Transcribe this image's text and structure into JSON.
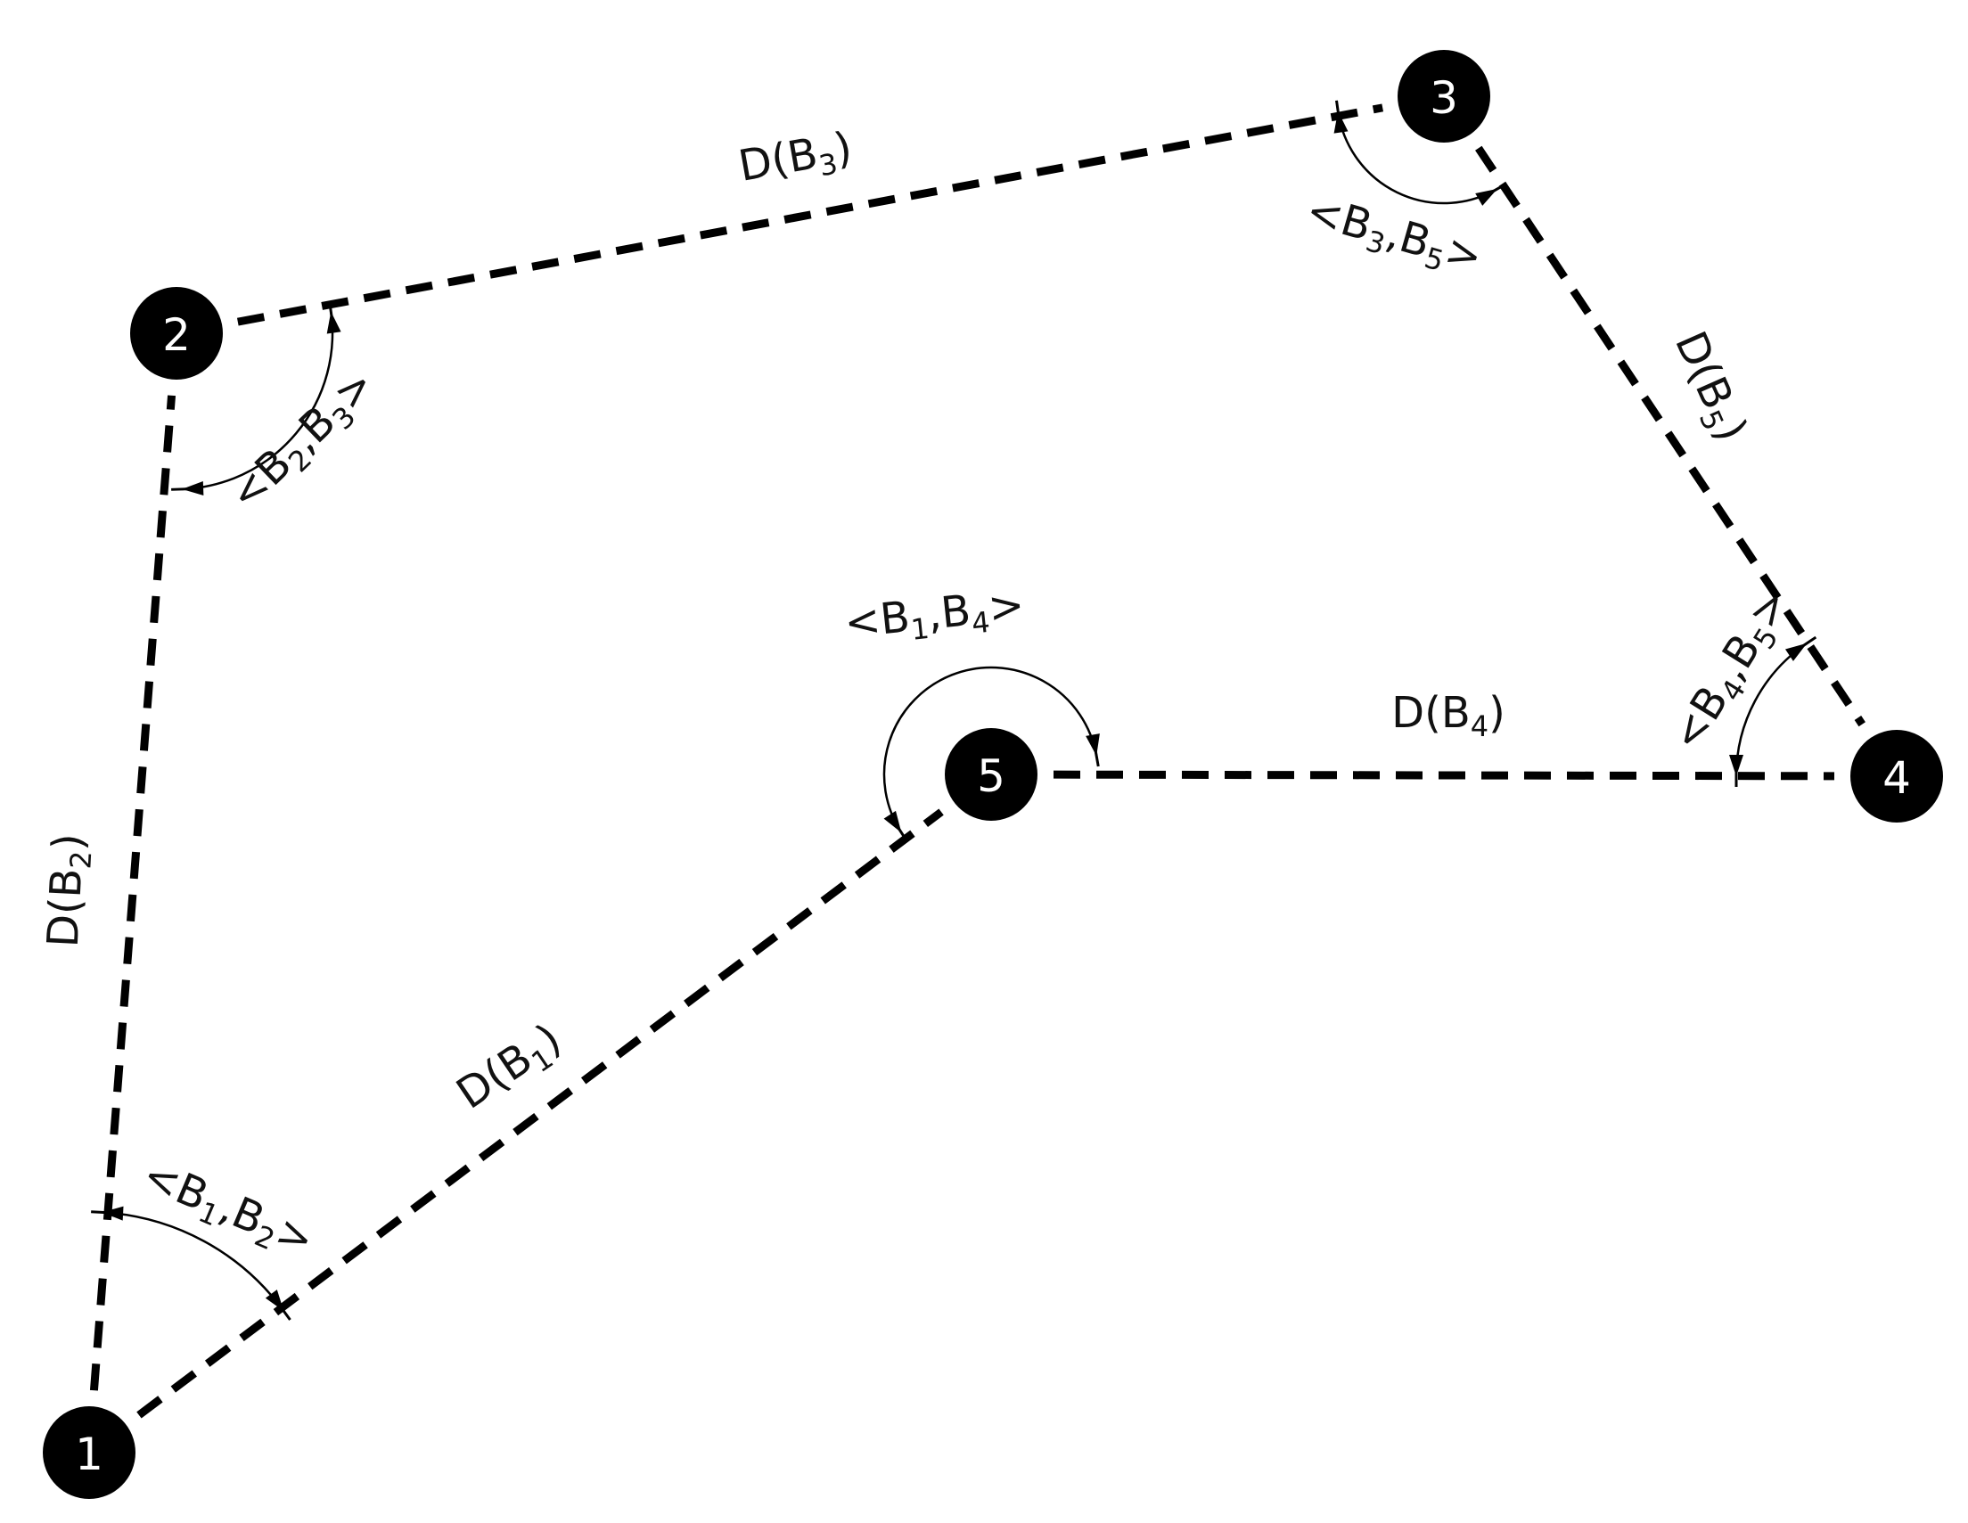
{
  "nodes": [
    {
      "id": "node-1",
      "label": "1"
    },
    {
      "id": "node-2",
      "label": "2"
    },
    {
      "id": "node-3",
      "label": "3"
    },
    {
      "id": "node-4",
      "label": "4"
    },
    {
      "id": "node-5",
      "label": "5"
    }
  ],
  "edges": [
    {
      "id": "edge-1-5",
      "from": "1",
      "to": "5",
      "label_pre": "D(B",
      "label_sub": "1",
      "label_post": ")"
    },
    {
      "id": "edge-1-2",
      "from": "1",
      "to": "2",
      "label_pre": "D(B",
      "label_sub": "2",
      "label_post": ")"
    },
    {
      "id": "edge-2-3",
      "from": "2",
      "to": "3",
      "label_pre": "D(B",
      "label_sub": "3",
      "label_post": ")"
    },
    {
      "id": "edge-5-4",
      "from": "5",
      "to": "4",
      "label_pre": "D(B",
      "label_sub": "4",
      "label_post": ")"
    },
    {
      "id": "edge-3-4",
      "from": "3",
      "to": "4",
      "label_pre": "D(B",
      "label_sub": "5",
      "label_post": ")"
    }
  ],
  "angles": [
    {
      "id": "angle-b1-b2",
      "at": "1",
      "p1": "<B",
      "s1": "1",
      "mid": ",B",
      "s2": "2",
      "post": ">"
    },
    {
      "id": "angle-b2-b3",
      "at": "2",
      "p1": "<B",
      "s1": "2",
      "mid": ",B",
      "s2": "3",
      "post": ">"
    },
    {
      "id": "angle-b3-b5",
      "at": "3",
      "p1": "<B",
      "s1": "3",
      "mid": ",B",
      "s2": "5",
      "post": ">"
    },
    {
      "id": "angle-b4-b5",
      "at": "4",
      "p1": "<B",
      "s1": "4",
      "mid": ",B",
      "s2": "5",
      "post": ">"
    },
    {
      "id": "angle-b1-b4",
      "at": "5",
      "p1": "<B",
      "s1": "1",
      "mid": ",B",
      "s2": "4",
      "post": ">"
    }
  ]
}
